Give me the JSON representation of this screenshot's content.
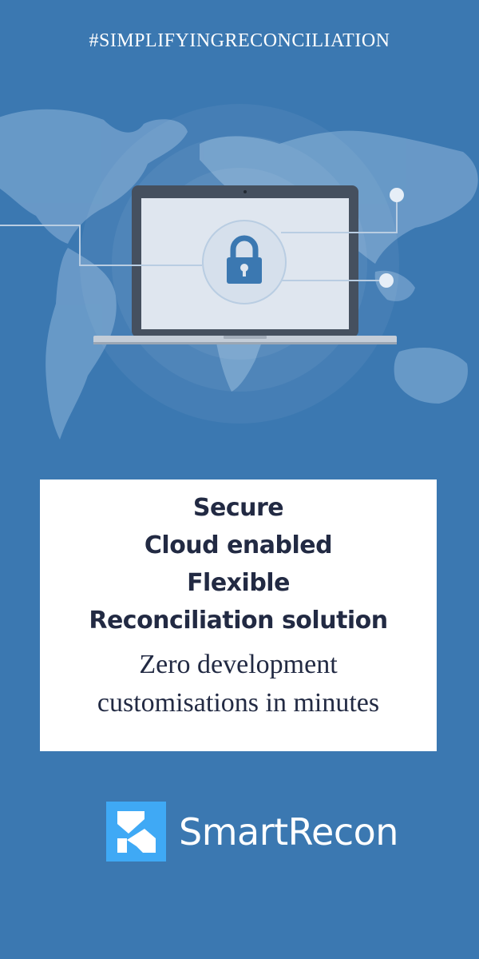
{
  "hashtag": "#SIMPLIFYINGRECONCILIATION",
  "headline": [
    "Secure",
    "Cloud enabled",
    "Flexible",
    "Reconciliation solution"
  ],
  "tagline": [
    "Zero development",
    "customisations in minutes"
  ],
  "brand": {
    "name": "SmartRecon"
  },
  "colors": {
    "background": "#3b78b1",
    "card": "#ffffff",
    "text_dark": "#222a43",
    "logo_accent": "#3fa9f5"
  },
  "icons": {
    "hero": "laptop-padlock-illustration",
    "logo": "smartrecon-logo-icon"
  }
}
